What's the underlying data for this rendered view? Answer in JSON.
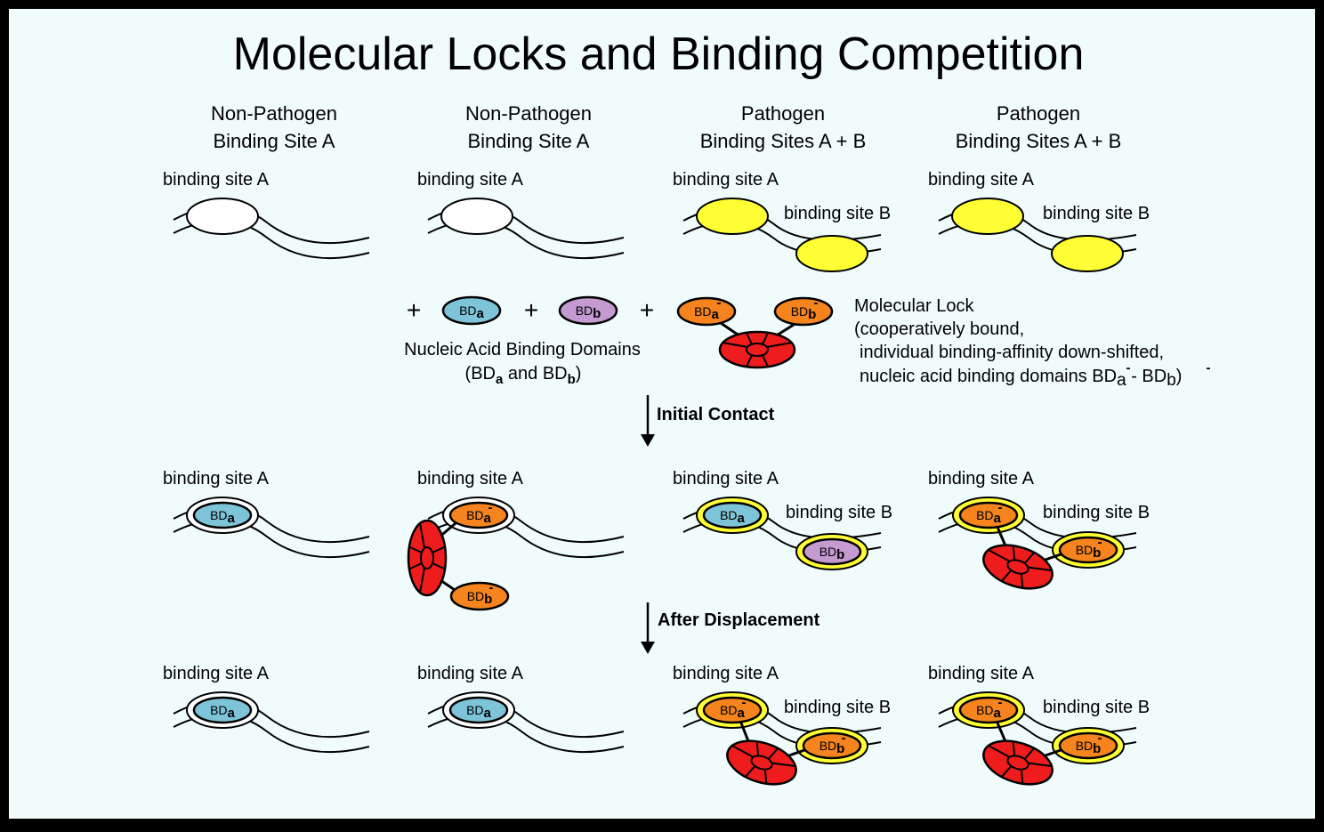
{
  "title": "Molecular Locks and Binding Competition",
  "columns": [
    {
      "line1": "Non-Pathogen",
      "line2": "Binding Site A"
    },
    {
      "line1": "Non-Pathogen",
      "line2": "Binding Site A"
    },
    {
      "line1": "Pathogen",
      "line2": "Binding Sites A + B"
    },
    {
      "line1": "Pathogen",
      "line2": "Binding Sites A + B"
    }
  ],
  "labels": {
    "site_a": "binding site A",
    "site_b": "binding site B",
    "bd_base": "BD",
    "sub_a": "a",
    "sub_b": "b",
    "minus": "-",
    "plus": "+"
  },
  "legend": {
    "domains_line1": "Nucleic Acid Binding Domains",
    "domains_open": "(BD",
    "domains_and": " and BD",
    "domains_close": ")",
    "lock_line1": "Molecular Lock",
    "lock_line2": "(cooperatively bound,",
    "lock_line3": "individual binding-affinity down-shifted,",
    "lock_line4_prefix": "nucleic acid binding domains BD",
    "lock_line4_mid": " - BD",
    "lock_line4_suffix": ")"
  },
  "steps": {
    "initial_contact": "Initial Contact",
    "after_displacement": "After Displacement"
  },
  "colors": {
    "background": "#f0fcfc",
    "border": "#000000",
    "bd_a": "#7ec4d8",
    "bd_b": "#c49ad0",
    "bd_minus": "#f5841f",
    "lock_hub": "#ee1c1c",
    "pathogen_site": "#ffff33"
  }
}
